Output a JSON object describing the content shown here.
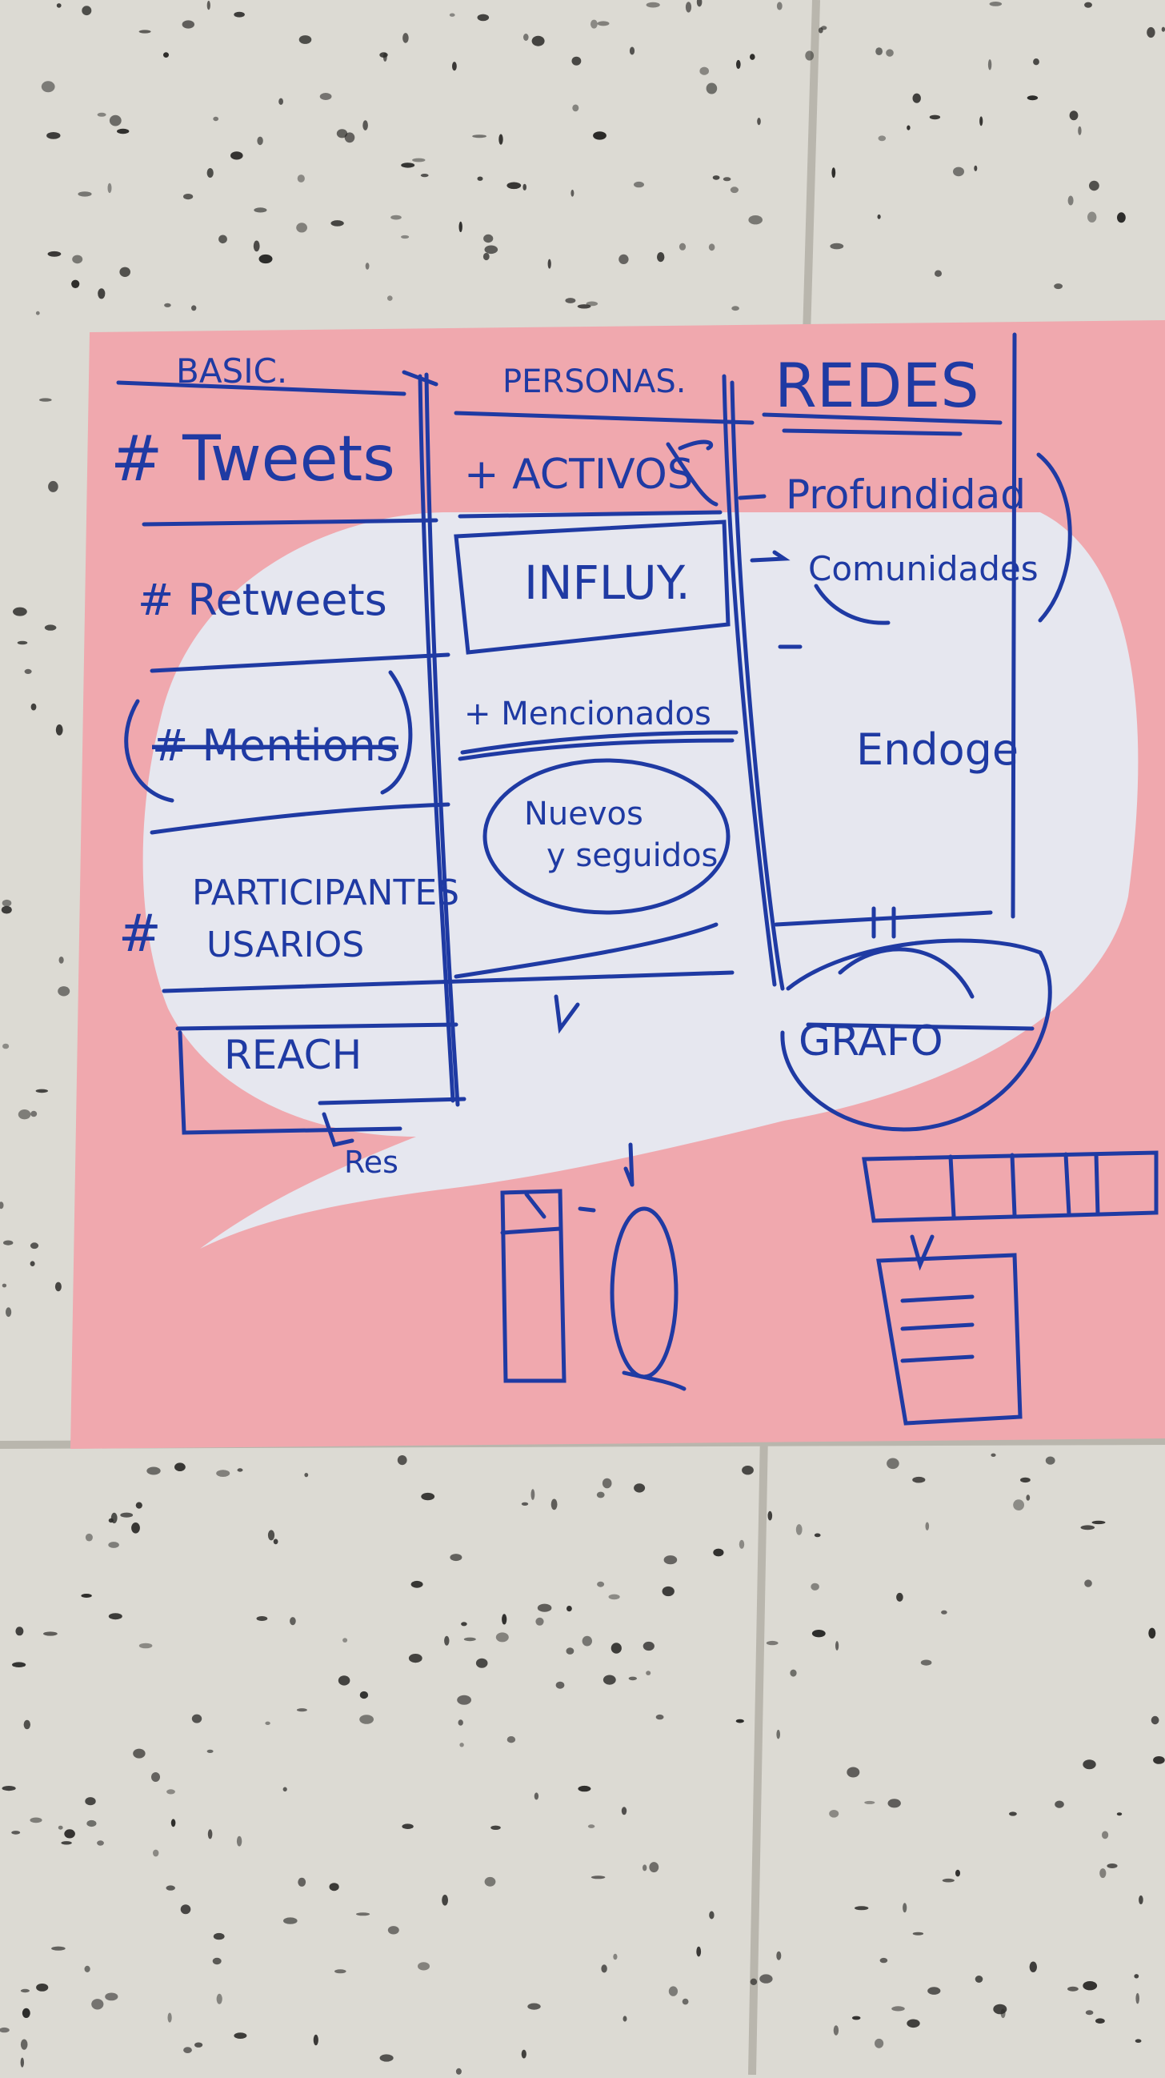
{
  "scene": {
    "colors": {
      "tile": "#dcdad3",
      "tile_grout": "#b9b6ad",
      "speckle": "#2b2a28",
      "paper": "#f0a8ae",
      "bubble": "#e6e7ef",
      "ink": "#1f3aa3"
    }
  },
  "sketch": {
    "col_basic": "BASIC.",
    "col_personas": "PERSONAS.",
    "col_redes": "REDES",
    "tweets": "# Tweets",
    "retweets": "# Retweets",
    "mentions": "# Mentions",
    "participants_hash": "#",
    "participants_1": "PARTICIPANTES",
    "participants_2": "USARIOS",
    "reach": "REACH",
    "reach_sub": "Res",
    "activos": "+ ACTIVOS",
    "influy": "INFLUY.",
    "mencionados": "+ Mencionados",
    "nuevos_1": "Nuevos",
    "nuevos_2": "y seguidos",
    "profundidad": "Profundidad",
    "comunidades": "Comunidades",
    "endoge": "Endoge",
    "grafo": "GRAFO"
  }
}
